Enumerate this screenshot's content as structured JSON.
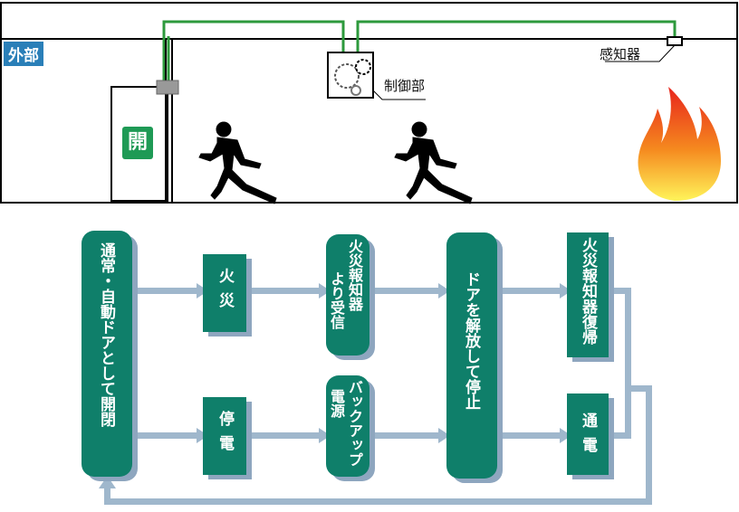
{
  "scene": {
    "outside_label": "外部",
    "door_label": "開",
    "control_label": "制御部",
    "sensor_label": "感知器"
  },
  "flow": {
    "start": "通常・自動ドアとして開閉",
    "fire": "火災",
    "fire_signal": "火災報知器より受信",
    "outage": "停電",
    "backup": "バックアップ電源",
    "stop": "ドアを解放して停止",
    "alarm_reset": "火災報知器復帰",
    "power_on": "通電"
  },
  "colors": {
    "box": "#0f7f6a",
    "shadow": "#8ea6bf",
    "arrow": "#9fb7cc",
    "wire": "#2d9a3c",
    "tag": "#2a7fb8"
  }
}
